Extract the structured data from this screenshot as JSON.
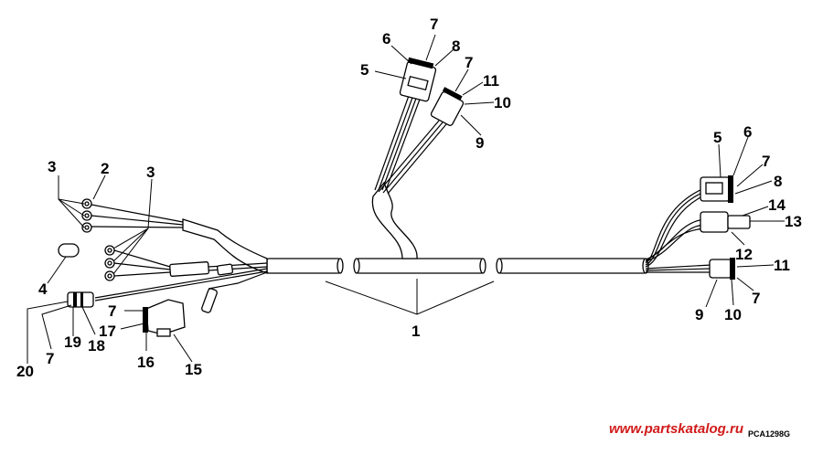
{
  "callouts": {
    "c1": "1",
    "c2": "2",
    "c3a": "3",
    "c3b": "3",
    "c4": "4",
    "c5a": "5",
    "c5b": "5",
    "c6a": "6",
    "c6b": "6",
    "c7a": "7",
    "c7b": "7",
    "c7c": "7",
    "c7d": "7",
    "c7e": "7",
    "c7f": "7",
    "c8a": "8",
    "c8b": "8",
    "c9a": "9",
    "c9b": "9",
    "c10a": "10",
    "c10b": "10",
    "c11a": "11",
    "c11b": "11",
    "c12": "12",
    "c13": "13",
    "c14": "14",
    "c15": "15",
    "c16": "16",
    "c17": "17",
    "c18": "18",
    "c19": "19",
    "c20": "20"
  },
  "figure_code": "PCA1298G",
  "watermark": "www.partskatalog.ru",
  "colors": {
    "line": "#000000",
    "background": "#ffffff",
    "watermark": "#d11a1a"
  }
}
